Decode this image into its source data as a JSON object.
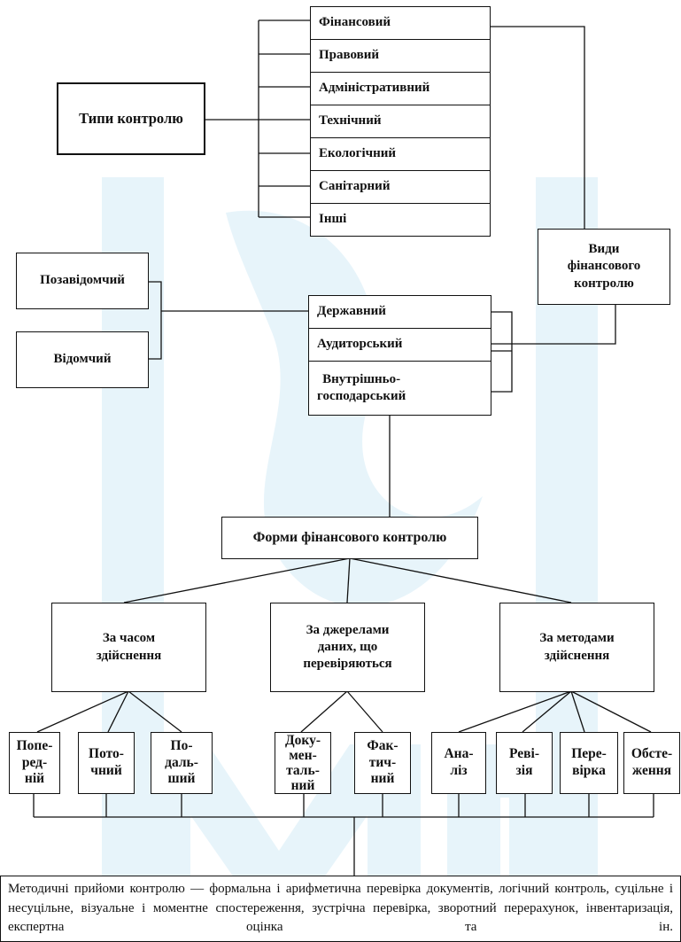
{
  "types_root": "Типи контролю",
  "types": [
    "Фінансовий",
    "Правовий",
    "Адміністративний",
    "Технічний",
    "Екологічний",
    "Санітарний",
    "Інші"
  ],
  "kinds_label": "Види\nфінансового\nконтролю",
  "interdepartmental": "Позавідомчий",
  "departmental": "Відомчий",
  "kinds": [
    "Державний",
    "Аудиторський",
    "Внутрішньо-\nгосподарський"
  ],
  "forms_title": "Форми фінансового контролю",
  "groups": [
    {
      "label": "За часом\nздійснення",
      "items": [
        "Попе-\nред-\nній",
        "Пото-\nчний",
        "По-\nдаль-\nший"
      ]
    },
    {
      "label": "За джерелами\nданих, що\nперевіряються",
      "items": [
        "Доку-\nмен-\nталь-\nний",
        "Фак-\nтич-\nний"
      ]
    },
    {
      "label": "За методами\nздійснення",
      "items": [
        "Ана-\nліз",
        "Реві-\nзія",
        "Пере-\nвірка",
        "Обсте-\nження"
      ]
    }
  ],
  "methods_text": "Методичні прийоми контролю — формальна і арифметична перевірка документів, логічний контроль, суцільне і несуцільне, візуальне і моментне спостереження, зустрічна перевірка, зворотний перерахунок, інвентаризація, експертна оцінка та ін.",
  "watermark_color": "#1e9bd7"
}
